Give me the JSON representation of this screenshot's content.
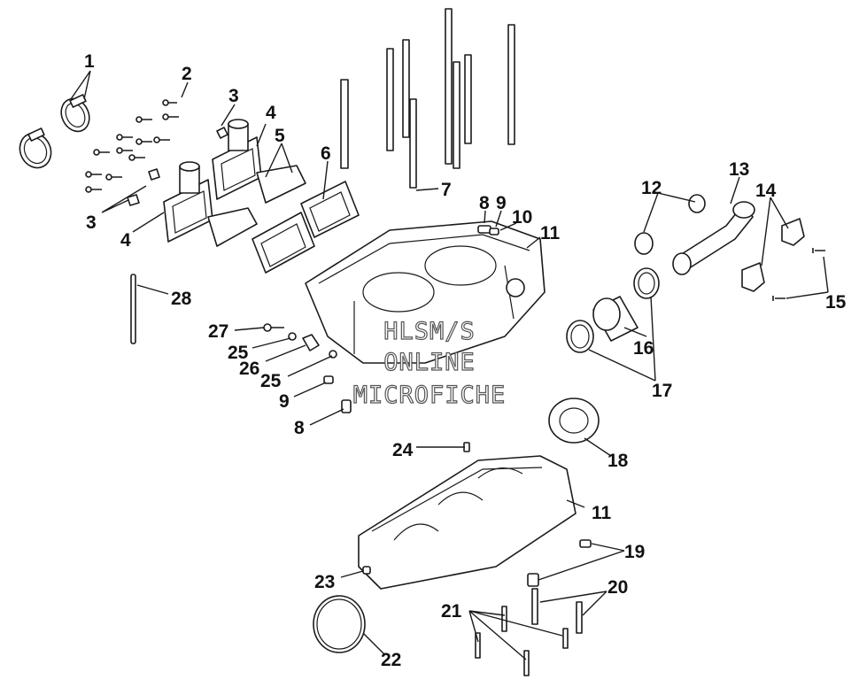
{
  "watermark": {
    "line1": "HLSM/S",
    "line2": "ONLINE",
    "line3": "MICROFICHE"
  },
  "callouts": [
    {
      "id": "c1a",
      "text": "1"
    },
    {
      "id": "c2",
      "text": "2"
    },
    {
      "id": "c3a",
      "text": "3"
    },
    {
      "id": "c3b",
      "text": "3"
    },
    {
      "id": "c4a",
      "text": "4"
    },
    {
      "id": "c4b",
      "text": "4"
    },
    {
      "id": "c5",
      "text": "5"
    },
    {
      "id": "c6",
      "text": "6"
    },
    {
      "id": "c7",
      "text": "7"
    },
    {
      "id": "c8a",
      "text": "8"
    },
    {
      "id": "c8b",
      "text": "8"
    },
    {
      "id": "c9a",
      "text": "9"
    },
    {
      "id": "c9b",
      "text": "9"
    },
    {
      "id": "c10",
      "text": "10"
    },
    {
      "id": "c11a",
      "text": "11"
    },
    {
      "id": "c11b",
      "text": "11"
    },
    {
      "id": "c12",
      "text": "12"
    },
    {
      "id": "c13",
      "text": "13"
    },
    {
      "id": "c14",
      "text": "14"
    },
    {
      "id": "c15",
      "text": "15"
    },
    {
      "id": "c16",
      "text": "16"
    },
    {
      "id": "c17",
      "text": "17"
    },
    {
      "id": "c18",
      "text": "18"
    },
    {
      "id": "c19",
      "text": "19"
    },
    {
      "id": "c20",
      "text": "20"
    },
    {
      "id": "c21",
      "text": "21"
    },
    {
      "id": "c22",
      "text": "22"
    },
    {
      "id": "c23",
      "text": "23"
    },
    {
      "id": "c24",
      "text": "24"
    },
    {
      "id": "c25a",
      "text": "25"
    },
    {
      "id": "c25b",
      "text": "25"
    },
    {
      "id": "c26",
      "text": "26"
    },
    {
      "id": "c27",
      "text": "27"
    },
    {
      "id": "c28",
      "text": "28"
    }
  ]
}
